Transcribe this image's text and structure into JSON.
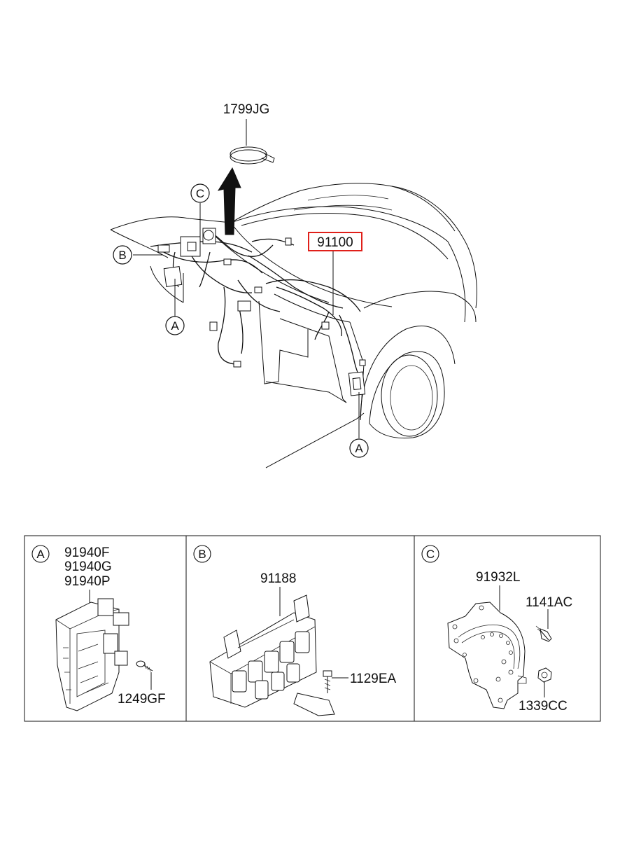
{
  "diagram": {
    "main_labels": {
      "clamp": "1799JG",
      "harness": "91100",
      "ref_c": "C",
      "ref_b": "B",
      "ref_a_left": "A",
      "ref_a_right": "A"
    },
    "panels": [
      {
        "ref": "A",
        "parts": [
          "91940F",
          "91940G",
          "91940P"
        ],
        "fastener": "1249GF"
      },
      {
        "ref": "B",
        "parts": [
          "91188"
        ],
        "fastener": "1129EA"
      },
      {
        "ref": "C",
        "parts": [
          "91932L"
        ],
        "fastener": "1141AC",
        "nut": "1339CC"
      }
    ],
    "highlight_color": "#e0201a"
  }
}
